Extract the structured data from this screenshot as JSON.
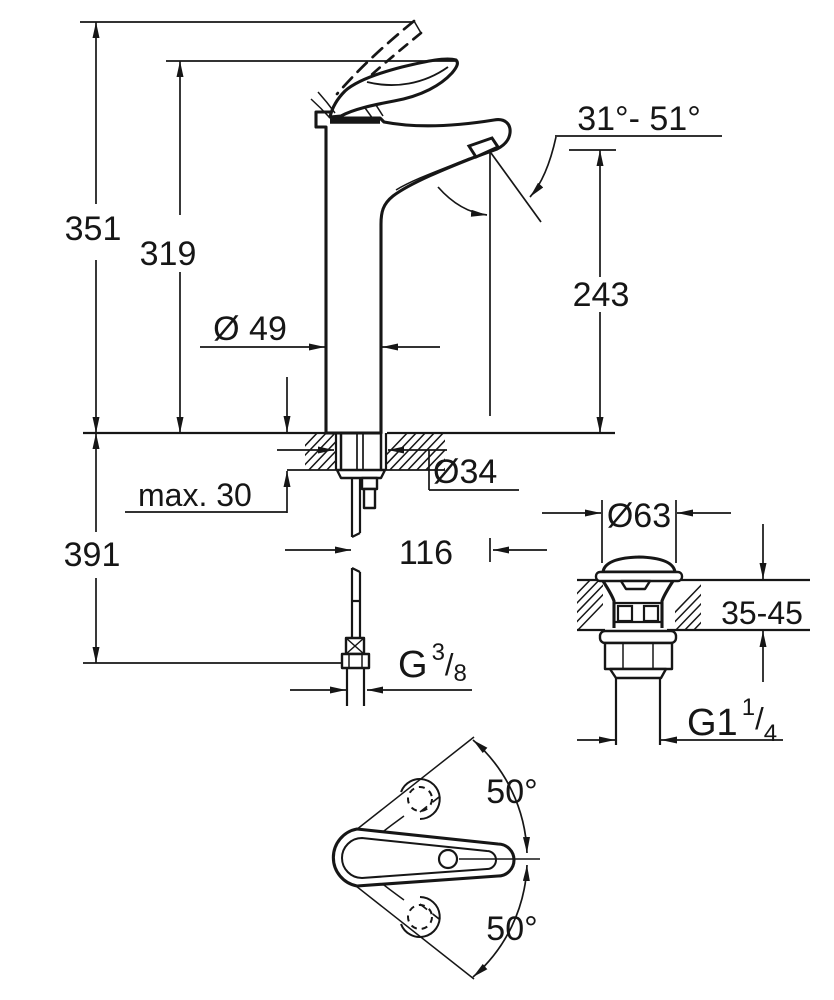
{
  "drawing": {
    "title": "single-lever-basin-mixer-dimension-drawing",
    "line_color": "#161616",
    "background_color": "#ffffff",
    "labels": {
      "total_height": "351",
      "handle_height": "319",
      "outlet_height": "243",
      "spray_angle": "31°- 51°",
      "body_diameter": "Ø 49",
      "deck_thickness": "max. 30",
      "hole_diameter": "Ø34",
      "below_deck_length": "391",
      "outlet_projection": "116",
      "supply_thread_base": "G",
      "supply_thread_numerator": "3",
      "supply_thread_slash": "/",
      "supply_thread_denominator": "8",
      "waste_cap_diameter": "Ø63",
      "waste_deck_range": "35-45",
      "waste_thread_base": "G1",
      "waste_thread_numerator": "1",
      "waste_thread_slash": "/",
      "waste_thread_denominator": "4",
      "handle_swing_upper": "50°",
      "handle_swing_lower": "50°"
    }
  }
}
